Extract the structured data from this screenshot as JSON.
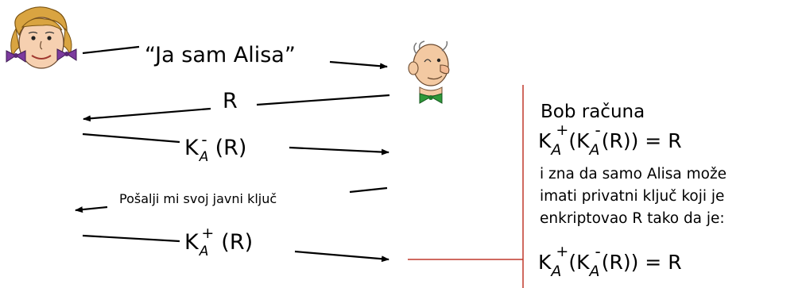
{
  "actors": {
    "alice": {
      "icon": "alice-face-icon"
    },
    "bob": {
      "icon": "bob-face-icon"
    }
  },
  "messages": [
    {
      "text": "“Ja sam Alisa”",
      "direction": "right"
    },
    {
      "text": "R",
      "direction": "left"
    },
    {
      "key": "K",
      "key_sub": "A",
      "key_sup": "-",
      "arg": "(R)",
      "direction": "right"
    },
    {
      "text": "Pošalji mi svoj javni ključ",
      "direction": "left"
    },
    {
      "key": "K",
      "key_sub": "A",
      "key_sup": "+",
      "arg": "(R)",
      "direction": "right"
    }
  ],
  "bob_panel": {
    "heading": "Bob računa",
    "equation": {
      "k": "K",
      "sub": "A",
      "sup_outer": "+",
      "sup_inner": "-",
      "open": "(",
      "close": "(R)) = R"
    },
    "note_lines": [
      "i zna da samo Alisa može",
      "imati privatni ključ koji je",
      "enkriptovao R tako da je:"
    ]
  },
  "colors": {
    "line": "#000000",
    "connector": "#c0392b",
    "alice_hair": "#d9a441",
    "bob_skin": "#f3c9a2",
    "bow": "#7c3a9e"
  }
}
